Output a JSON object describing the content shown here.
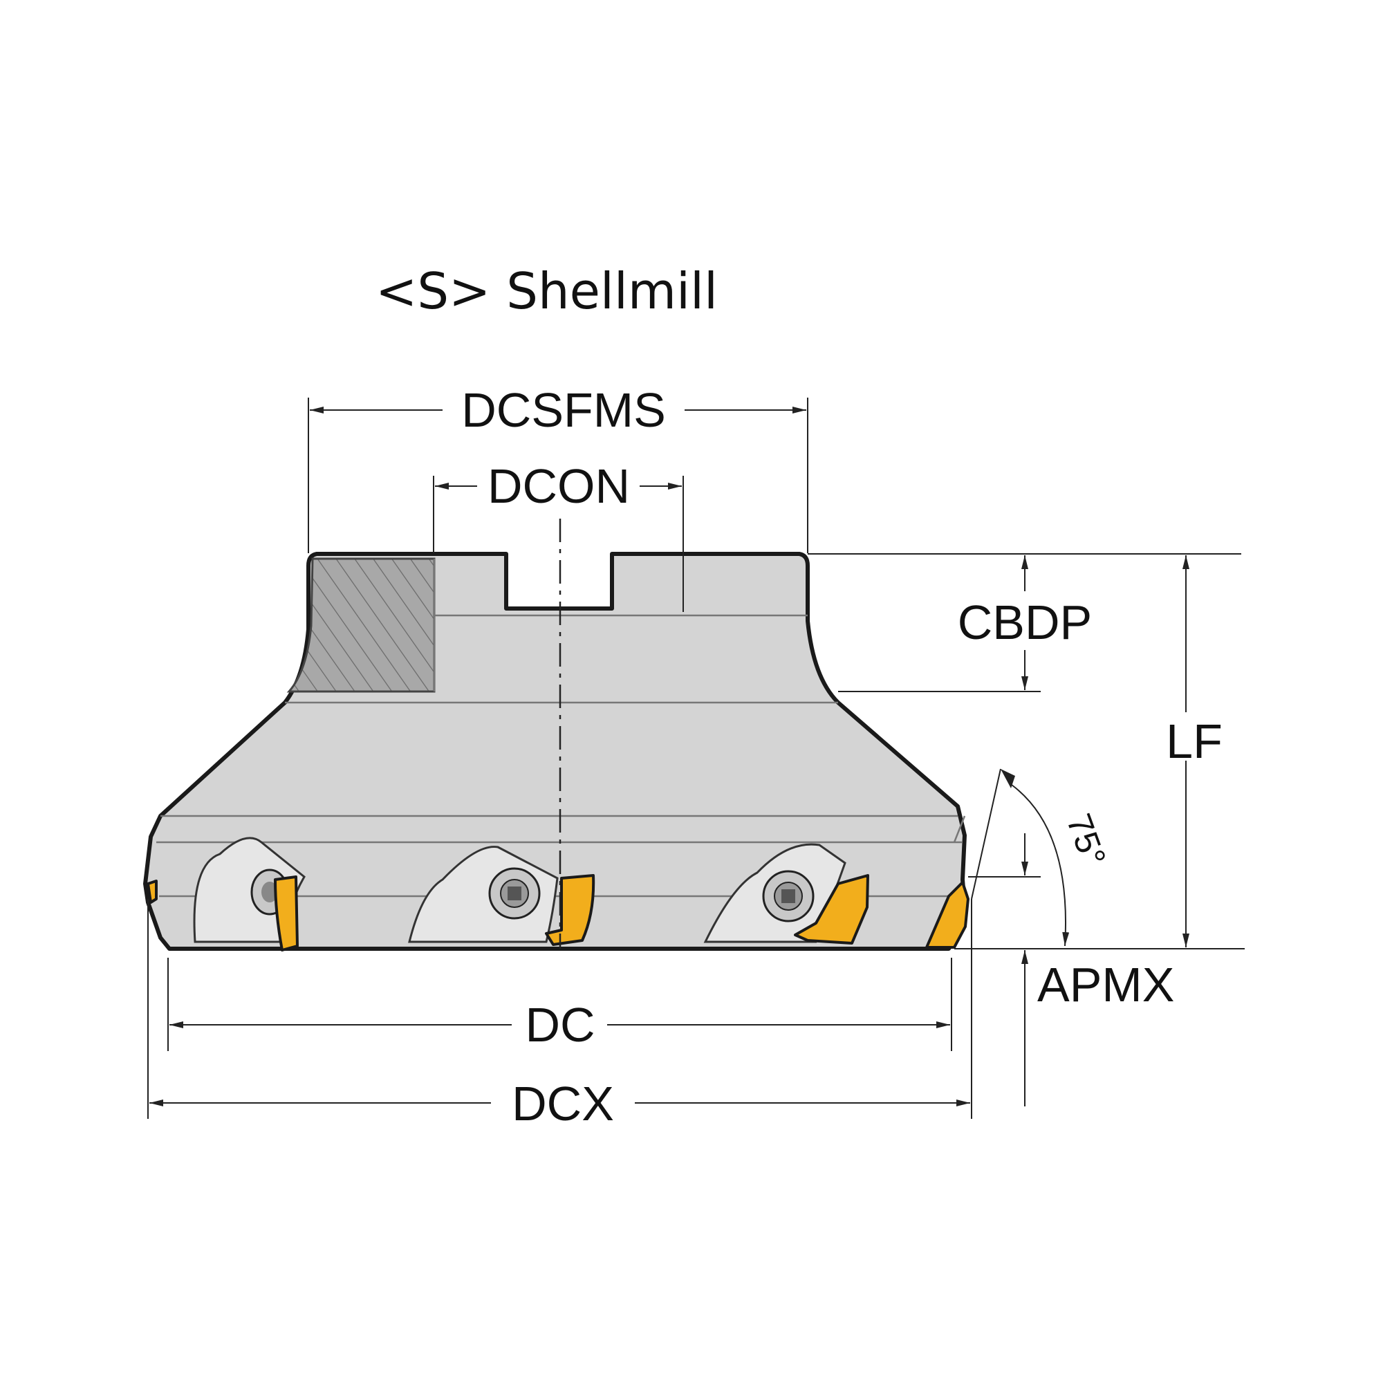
{
  "title": "<S> Shellmill",
  "dimensions": {
    "dcsfms": "DCSFMS",
    "dcon": "DCON",
    "cbdp": "CBDP",
    "lf": "LF",
    "angle": "75°",
    "apmx": "APMX",
    "dc": "DC",
    "dcx": "DCX"
  },
  "colors": {
    "body": "#d4d4d4",
    "insert": "#f2ae1c",
    "line": "#1a1a1a"
  }
}
